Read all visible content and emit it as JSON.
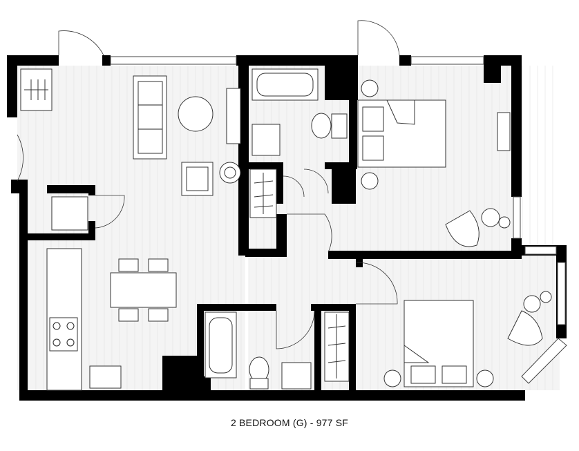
{
  "plan": {
    "caption": "2 BEDROOM (G) - 977 SF",
    "unit_type": "2 BEDROOM (G)",
    "area": "977 SF",
    "colors": {
      "walls": "#000000",
      "floor": "#f4f4f4",
      "fixtures": "#ffffff"
    }
  }
}
